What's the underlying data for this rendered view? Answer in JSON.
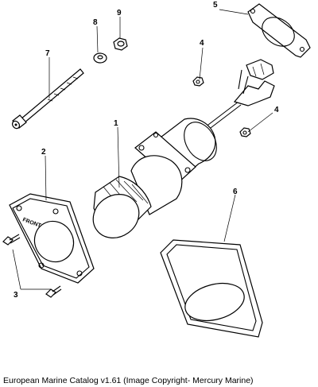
{
  "callouts": {
    "c1": "1",
    "c2": "2",
    "c3": "3",
    "c4a": "4",
    "c4b": "4",
    "c5": "5",
    "c6": "6",
    "c7": "7",
    "c8": "8",
    "c9": "9"
  },
  "bezel_text": "FRONT",
  "caption": "European Marine Catalog v1.61 (Image Copyright- Mercury Marine)"
}
